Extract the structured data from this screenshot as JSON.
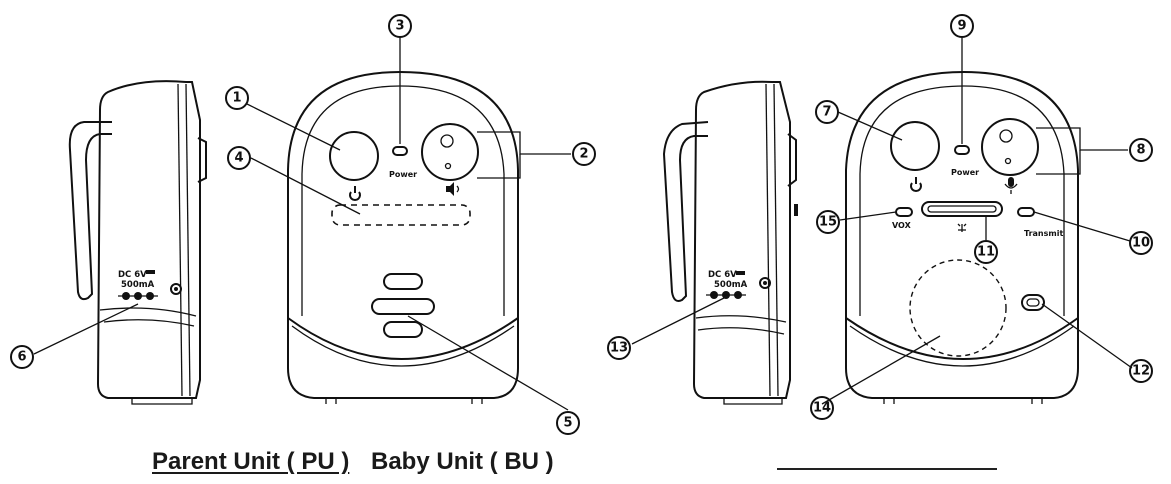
{
  "captions": {
    "parent_unit": "Parent Unit ( PU )",
    "baby_unit": "Baby Unit ( BU )"
  },
  "parent_side": {
    "dc_label": "DC 6V",
    "current_label": "500mA"
  },
  "parent_front": {
    "power_led_label": "Power"
  },
  "baby_side": {
    "dc_label": "DC 6V",
    "current_label": "500mA"
  },
  "baby_front": {
    "power_led_label": "Power",
    "vox_label": "VOX",
    "transmit_label": "Transmit"
  },
  "callouts": [
    "1",
    "2",
    "3",
    "4",
    "5",
    "6",
    "7",
    "8",
    "9",
    "10",
    "11",
    "12",
    "13",
    "14",
    "15"
  ]
}
